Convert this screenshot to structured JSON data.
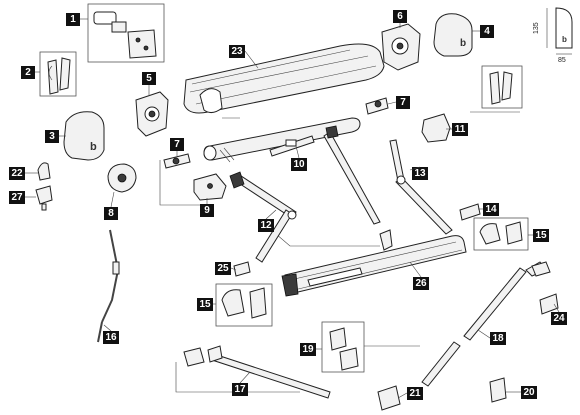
{
  "diagram": {
    "callouts": [
      "1",
      "2",
      "3",
      "4",
      "5",
      "6",
      "7",
      "7",
      "8",
      "9",
      "10",
      "11",
      "12",
      "13",
      "14",
      "15",
      "15",
      "16",
      "17",
      "18",
      "19",
      "20",
      "21",
      "22",
      "23",
      "24",
      "25",
      "26",
      "27"
    ],
    "dimensions": {
      "height": "135",
      "width": "85"
    },
    "logo_glyph": "b"
  }
}
